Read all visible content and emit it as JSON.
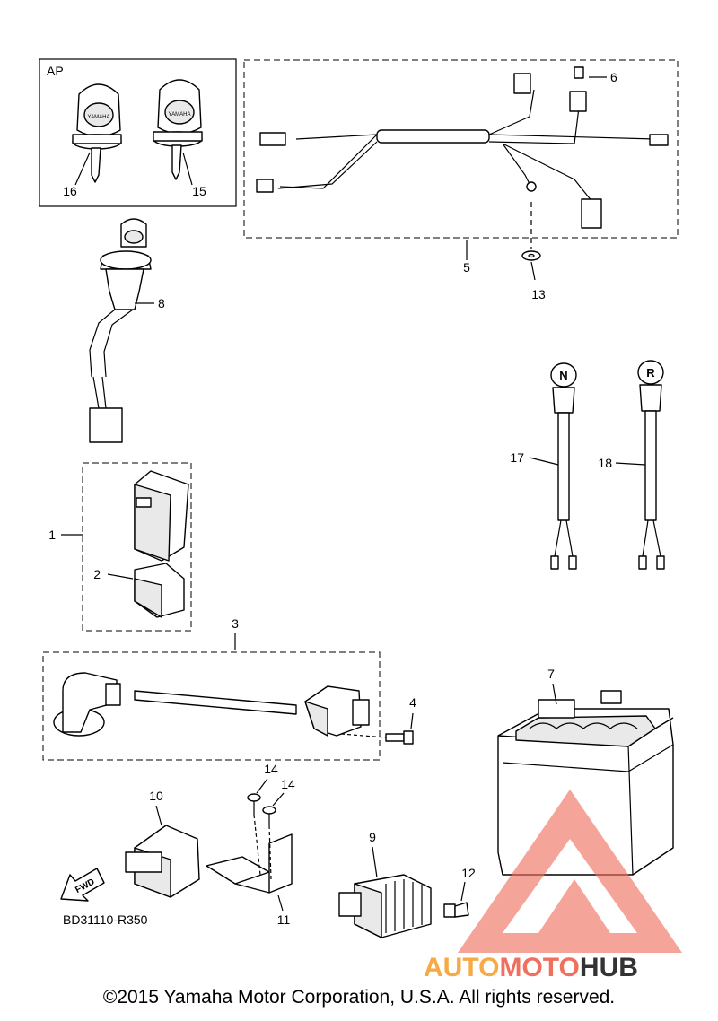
{
  "diagram": {
    "box_label": "AP",
    "parts": {
      "p1": "1",
      "p2": "2",
      "p3": "3",
      "p4": "4",
      "p5": "5",
      "p6": "6",
      "p7": "7",
      "p8": "8",
      "p9": "9",
      "p10": "10",
      "p11": "11",
      "p12": "12",
      "p13": "13",
      "p14a": "14",
      "p14b": "14",
      "p15": "15",
      "p16": "16",
      "p17": "17",
      "p18": "18"
    },
    "neutral_symbol": "N",
    "reverse_symbol": "R",
    "fwd_arrow_text": "FWD",
    "key_brand_text": "YAMAHA",
    "diagram_code": "BD31110-R350",
    "watermark": {
      "part1": "AUTO",
      "part2": "MOTO",
      "part3": "HUB"
    },
    "colors": {
      "watermark_red": "#f07060",
      "watermark_orange": "#f7a944",
      "watermark_gray": "#333333"
    }
  },
  "footer": {
    "copyright": "©2015 Yamaha Motor Corporation, U.S.A. All rights reserved."
  }
}
